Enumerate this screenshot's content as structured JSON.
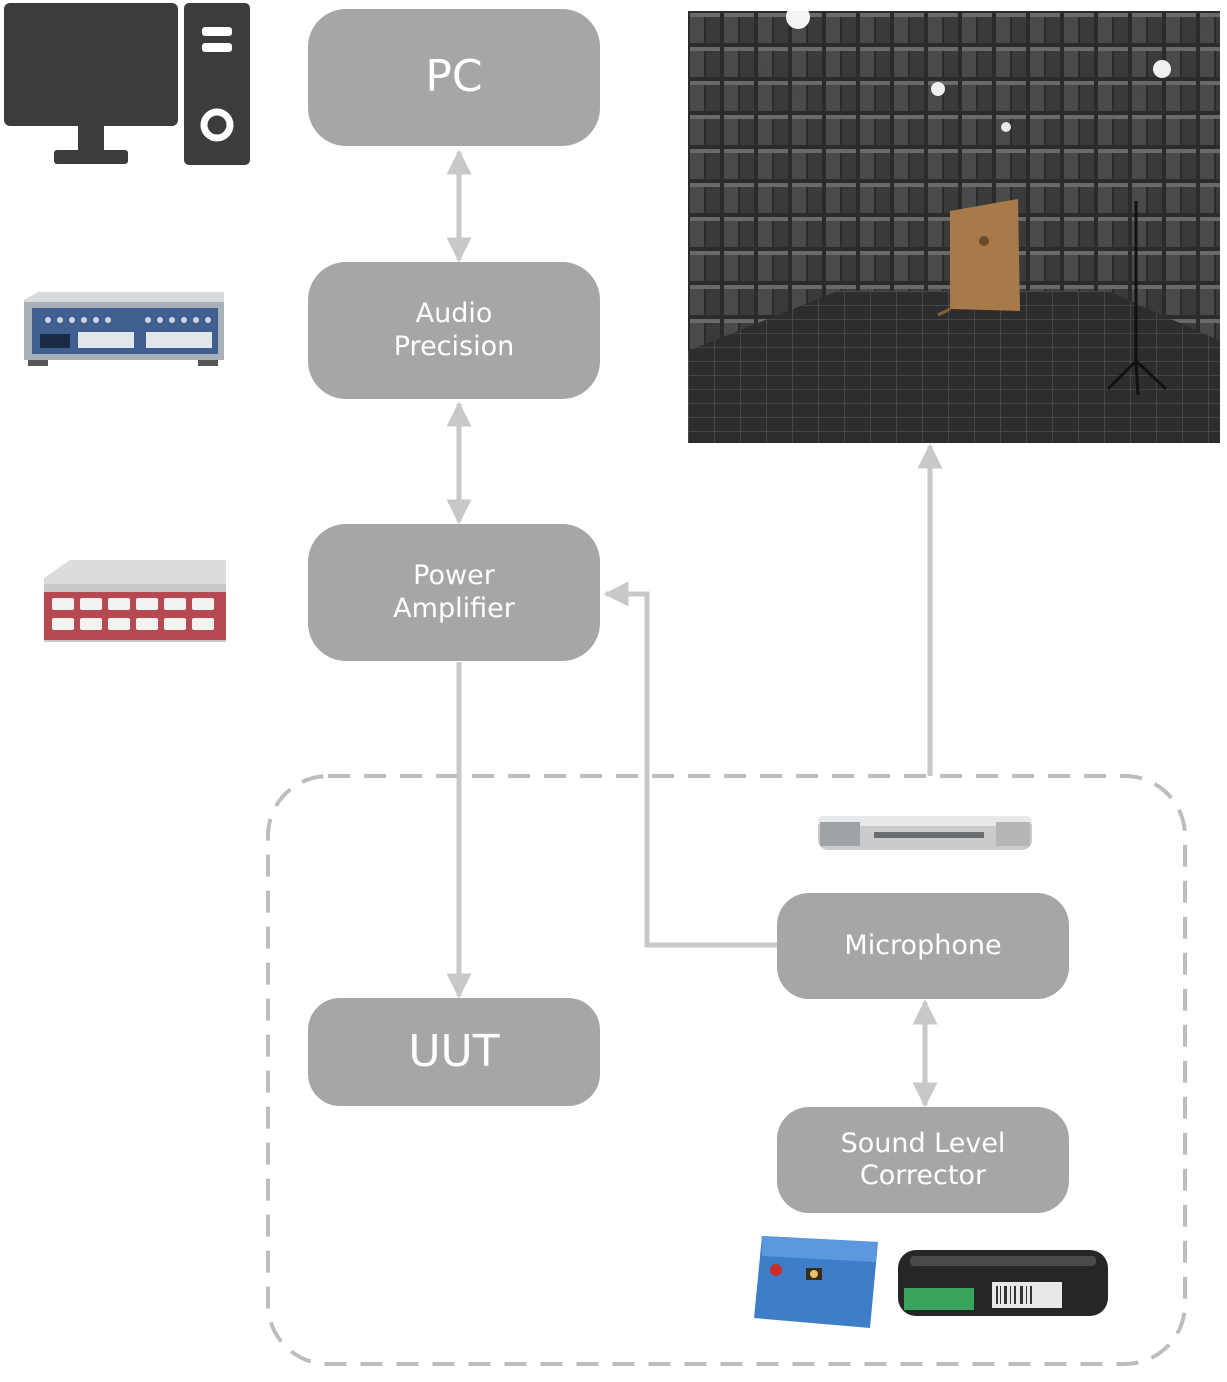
{
  "nodes": {
    "pc": {
      "line1": "PC"
    },
    "audio_precision": {
      "line1": "Audio",
      "line2": "Precision"
    },
    "power_amplifier": {
      "line1": "Power",
      "line2": "Amplifier"
    },
    "uut": {
      "line1": "UUT"
    },
    "microphone": {
      "line1": "Microphone"
    },
    "sound_level_corrector": {
      "line1": "Sound Level",
      "line2": "Corrector"
    }
  },
  "colors": {
    "node_fill": "#a6a6a6",
    "node_text": "#ffffff",
    "connector": "#c8c8c8",
    "dashed_border": "#bdbdbd"
  },
  "icons": [
    "desktop-computer-icon",
    "audio-analyzer-device-image",
    "power-amplifier-device-image",
    "anechoic-chamber-photo",
    "microphone-device-image",
    "sound-calibrator-device-image",
    "sound-level-meter-device-image"
  ]
}
